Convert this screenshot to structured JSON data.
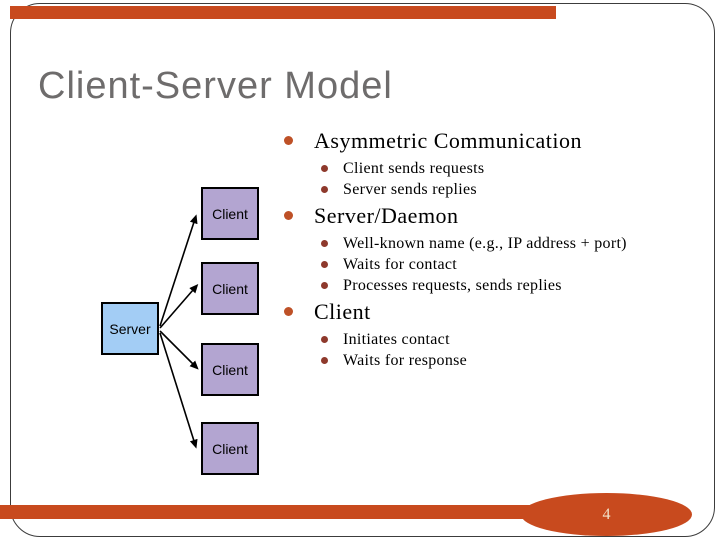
{
  "slide": {
    "title": "Client-Server Model",
    "page_number": "4"
  },
  "diagram": {
    "server_label": "Server",
    "client_labels": [
      "Client",
      "Client",
      "Client",
      "Client"
    ]
  },
  "bullets": [
    {
      "level": 1,
      "text": "Asymmetric Communication"
    },
    {
      "level": 2,
      "text": "Client sends requests"
    },
    {
      "level": 2,
      "text": "Server sends replies"
    },
    {
      "level": 1,
      "text": "Server/Daemon"
    },
    {
      "level": 2,
      "text": "Well-known name (e.g., IP address + port)"
    },
    {
      "level": 2,
      "text": "Waits for contact"
    },
    {
      "level": 2,
      "text": "Processes requests, sends replies"
    },
    {
      "level": 1,
      "text": "Client"
    },
    {
      "level": 2,
      "text": "Initiates contact"
    },
    {
      "level": 2,
      "text": "Waits for response"
    }
  ],
  "colors": {
    "accent_bar": "#c84a1e",
    "ellipse": "#c84a1e",
    "page_number_text": "#f2e4cc",
    "title_text": "#6e6c6c",
    "frame_border": "#3c3c3c",
    "server_fill": "#a3cdf5",
    "client_fill": "#b3a5d1",
    "bullet_l1": "#be5127",
    "bullet_l2": "#8e392c",
    "body_text": "#000000"
  }
}
